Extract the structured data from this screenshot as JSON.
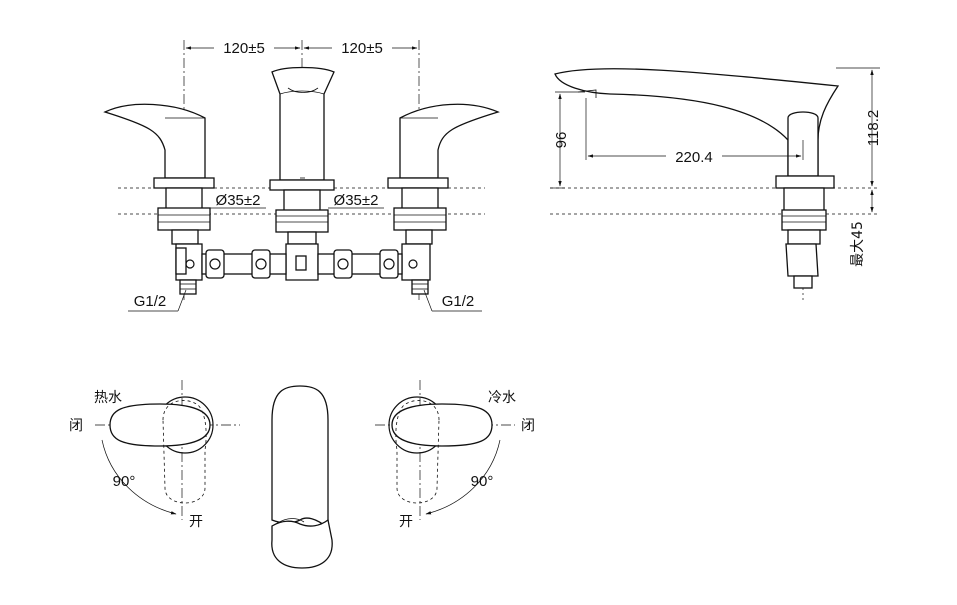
{
  "dimensions": {
    "spacing_left": "120±5",
    "spacing_right": "120±5",
    "hole_left": "Ø35±2",
    "hole_right": "Ø35±2",
    "thread_left": "G1/2",
    "thread_right": "G1/2",
    "spout_reach": "220.4",
    "spout_outlet_height": "96",
    "total_height": "118.2",
    "max_deck": "最大45"
  },
  "labels": {
    "hot_water": "热水",
    "cold_water": "冷水",
    "close_left": "闭",
    "close_right": "闭",
    "open_left": "开",
    "open_right": "开",
    "angle_left": "90°",
    "angle_right": "90°"
  }
}
